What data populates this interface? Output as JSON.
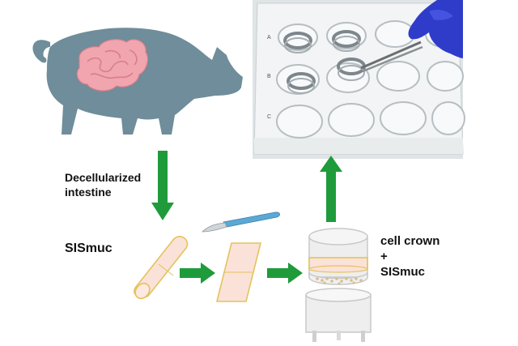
{
  "labels": {
    "decellularized_line1": "Decellularized",
    "decellularized_line2": "intestine",
    "sismuc_left": "SISmuc",
    "cell_crown_line1": "cell crown",
    "cell_crown_plus": "+",
    "cell_crown_line2": "SISmuc"
  },
  "colors": {
    "pig": "#6f8d9a",
    "intestine": "#f1a5ae",
    "arrow": "#1f9b3b",
    "tissue_fill": "#fbe2d8",
    "tissue_outline": "#e4c35b",
    "scalpel_handle": "#5aa8d6",
    "crown_body": "#eeeeee",
    "crown_outline": "#c8c8c8"
  },
  "icons": [
    "pig-icon",
    "intestine-icon",
    "cylinder-tissue-icon",
    "flat-tissue-icon",
    "scalpel-icon",
    "cell-crown-icon",
    "well-plate-photo",
    "forceps-icon",
    "gloved-hand-icon"
  ]
}
